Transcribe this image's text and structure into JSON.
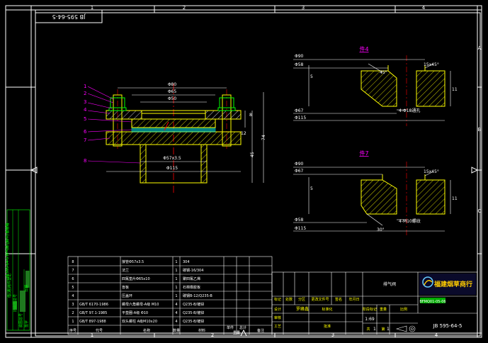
{
  "drawing": {
    "rev_stamp": "JB 595-64-5",
    "zone_numbers": [
      "1",
      "2",
      "3",
      "4"
    ],
    "zone_letters": [
      "A",
      "B",
      "C"
    ],
    "view_labels": {
      "part4": "件4",
      "part7": "件7"
    },
    "side_text": "JB 595-64-5 排气阀 [JB/T] 套管箱",
    "callouts": [
      "1",
      "2",
      "3",
      "4",
      "5",
      "6",
      "7",
      "8"
    ]
  },
  "dims": {
    "assembly": {
      "d80": "Φ80",
      "d65": "Φ65",
      "d50": "Φ50",
      "d57": "Φ57x3.5",
      "d115": "Φ115",
      "h8": "8",
      "h12": "12",
      "h45": "45",
      "h74": "74"
    },
    "part4": {
      "d90": "Φ90",
      "d58": "Φ58",
      "d67": "Φ67",
      "d115": "Φ115",
      "ang": "45°",
      "cham": "15x45°",
      "h5": "5",
      "h11": "11",
      "holes": "4-Φ18通孔"
    },
    "part7": {
      "d90": "Φ90",
      "d67": "Φ67",
      "d58": "Φ58",
      "d115": "Φ115",
      "ang": "30°",
      "cham": "15x45°",
      "h5": "5",
      "h11": "11",
      "holes": "4-M10螺纹"
    }
  },
  "bom": {
    "rows": [
      {
        "no": "8",
        "code": "",
        "name": "接管Φ57x3.5",
        "qty": "1",
        "mat": "304",
        "note": ""
      },
      {
        "no": "7",
        "code": "",
        "name": "法兰",
        "qty": "1",
        "mat": "碳钢-16/304",
        "note": ""
      },
      {
        "no": "6",
        "code": "",
        "name": "四氟垫片Φ65x10",
        "qty": "1",
        "mat": "聚四氟乙烯",
        "note": ""
      },
      {
        "no": "5",
        "code": "",
        "name": "盲板",
        "qty": "1",
        "mat": "石棉橡胶板",
        "note": ""
      },
      {
        "no": "4",
        "code": "",
        "name": "压盖环",
        "qty": "1",
        "mat": "碳钢B-12/Q235-B",
        "note": ""
      },
      {
        "no": "3",
        "code": "GB/T 6170-1986",
        "name": "螺母六角螺母-A级 M10",
        "qty": "4",
        "mat": "Q235-B/镀锌",
        "note": ""
      },
      {
        "no": "2",
        "code": "GB/T 97.1-1985",
        "name": "平垫圈-A级 Φ10",
        "qty": "4",
        "mat": "Q235-B/镀锌",
        "note": ""
      },
      {
        "no": "1",
        "code": "GB/T 897-1988",
        "name": "双头螺柱 A级M10x20",
        "qty": "4",
        "mat": "Q235-B/镀锌",
        "note": ""
      }
    ],
    "header": {
      "no": "序号",
      "code": "代号",
      "name": "名称",
      "qty": "数量",
      "mat": "材料",
      "unit_w": "单件",
      "total_w": "总计",
      "weight": "重量",
      "note": "备注"
    }
  },
  "title_block": {
    "company": "福建烟草商行",
    "drawing_title": "排气阀",
    "doc_number": "JB 595-64-5",
    "part_no_box": "BFMQ01-05-06",
    "scale": "1:69",
    "sheet_total": "1",
    "sheet_index": "1",
    "labels": {
      "marks": "标记",
      "qty_cnt": "处数",
      "zone": "分区",
      "change_no": "更改文件号",
      "sign": "签名",
      "date": "年月日",
      "design": "设计",
      "standard": "标准化",
      "check": "审核",
      "process": "工艺",
      "approve": "批准",
      "stage": "阶段标记",
      "weight": "重量",
      "ratio": "比例",
      "total": "共",
      "sheet": "第",
      "sheets": "张"
    },
    "designer": "罗峰鑫"
  },
  "left_stamp": {
    "lines": [
      "借(通)用件登记",
      "旧底图总号",
      "底图总号",
      "签字",
      "日期"
    ]
  }
}
